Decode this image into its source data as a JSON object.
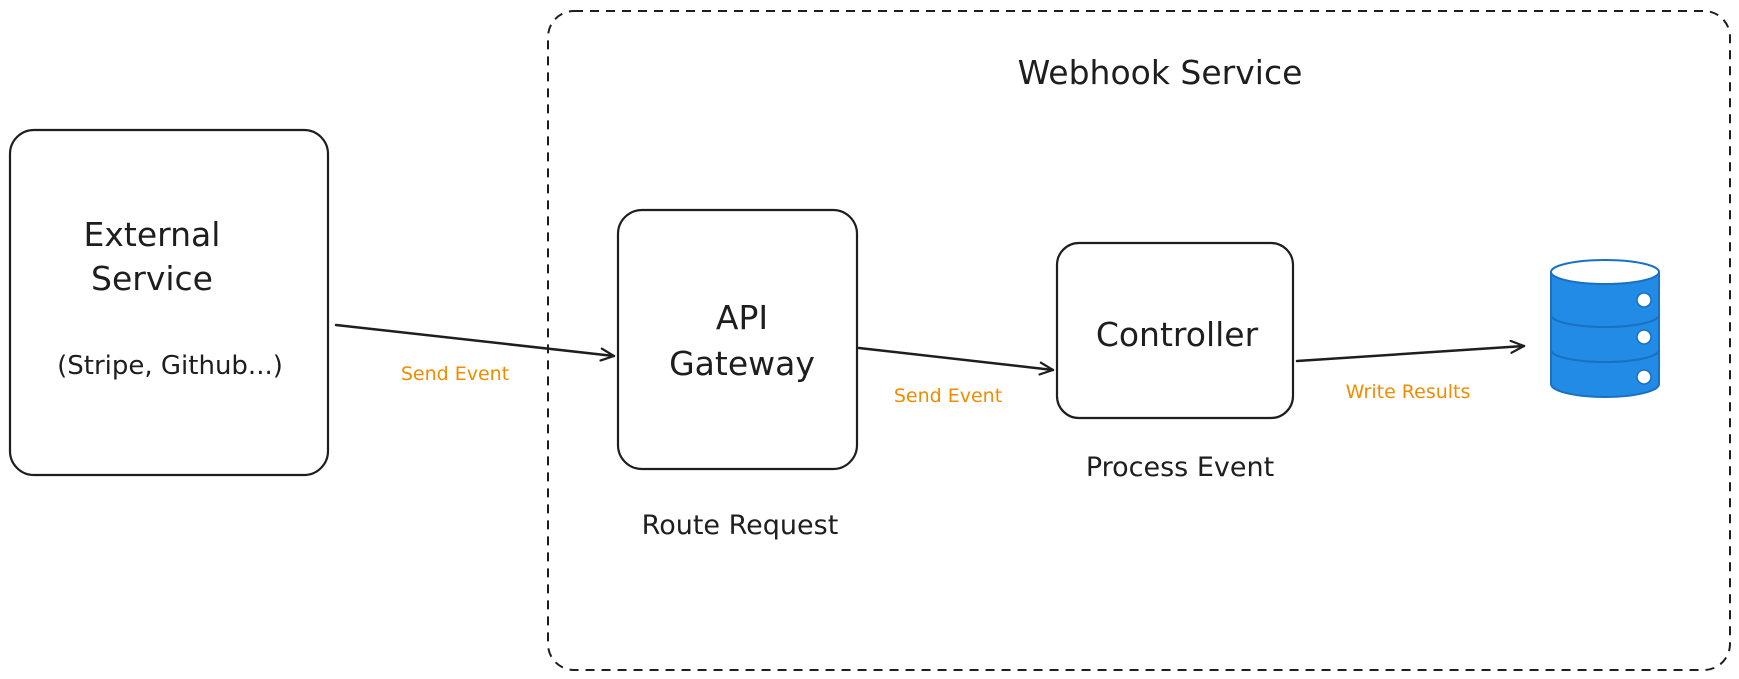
{
  "diagram": {
    "group": {
      "title": "Webhook Service"
    },
    "nodes": {
      "external": {
        "title_line1": "External",
        "title_line2": "Service",
        "subtitle": "(Stripe, Github...)"
      },
      "gateway": {
        "title_line1": "API",
        "title_line2": "Gateway",
        "caption": "Route Request"
      },
      "controller": {
        "title": "Controller",
        "caption": "Process Event"
      },
      "database": {
        "icon": "database-icon"
      }
    },
    "edges": {
      "external_to_gateway": "Send Event",
      "gateway_to_controller": "Send Event",
      "controller_to_database": "Write Results"
    }
  },
  "colors": {
    "stroke": "#1e1e1e",
    "edge_label": "#f08c00",
    "database_fill": "#228be6",
    "database_stroke": "#1971c2"
  }
}
